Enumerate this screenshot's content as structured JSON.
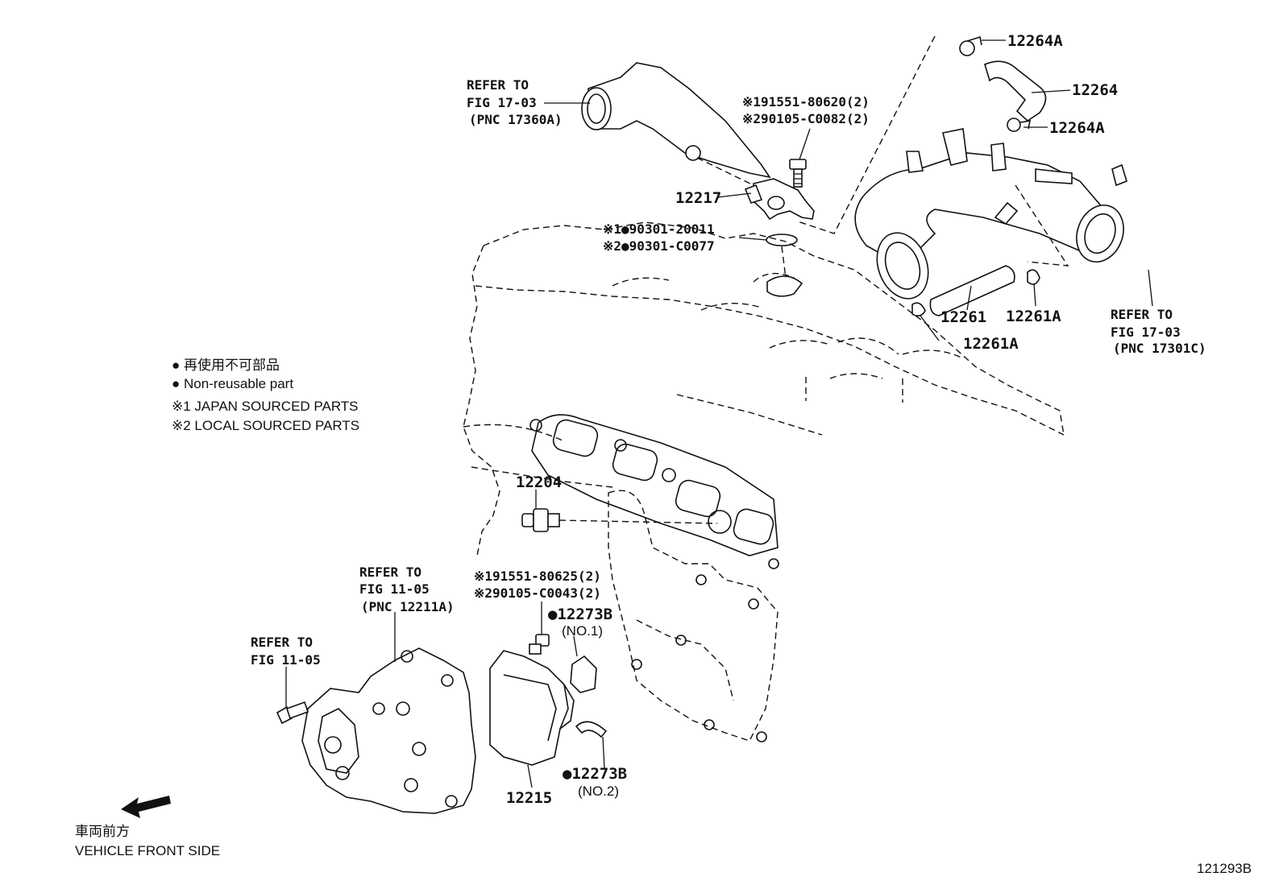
{
  "legend": {
    "jp_nonreusable": "● 再使用不可部品",
    "en_nonreusable": "● Non-reusable part",
    "note1": "※1 JAPAN SOURCED PARTS",
    "note2": "※2 LOCAL SOURCED PARTS"
  },
  "direction": {
    "jp": "車両前方",
    "en": "VEHICLE FRONT SIDE"
  },
  "figure_id": "121293B",
  "refs": {
    "top_left": {
      "line1": "REFER TO",
      "line2": "FIG 17-03",
      "line3": "(PNC 17360A)"
    },
    "top_right": {
      "line1": "REFER TO",
      "line2": "FIG 17-03",
      "line3": "(PNC 17301C)"
    },
    "mid": {
      "line1": "REFER TO",
      "line2": "FIG 11-05",
      "line3": "(PNC 12211A)"
    },
    "bottom_left": {
      "line1": "REFER TO",
      "line2": "FIG 11-05"
    }
  },
  "callouts": {
    "p12264A_top": "12264A",
    "p12264": "12264",
    "p12264A_mid": "12264A",
    "bolt_a1": "※191551-80620(2)",
    "bolt_a2": "※290105-C0082(2)",
    "p12217": "12217",
    "gasket_1": "※1●90301-20011",
    "gasket_2": "※2●90301-C0077",
    "p12261": "12261",
    "p12261A_right": "12261A",
    "p12261A_low": "12261A",
    "p12204": "12204",
    "bolt_b1": "※191551-80625(2)",
    "bolt_b2": "※290105-C0043(2)",
    "p12273B_1": "●12273B",
    "p12273B_1_sub": "(NO.1)",
    "p12273B_2": "●12273B",
    "p12273B_2_sub": "(NO.2)",
    "p12215": "12215"
  }
}
